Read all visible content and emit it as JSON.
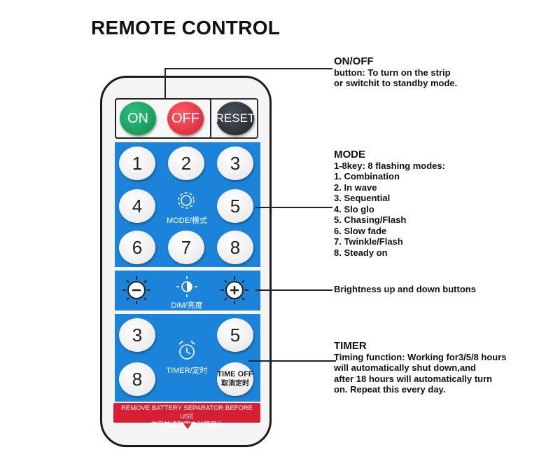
{
  "title": "REMOTE CONTROL",
  "buttons": {
    "on": "ON",
    "off": "OFF",
    "reset": "RESET"
  },
  "mode_keys": [
    "1",
    "2",
    "3",
    "4",
    "5",
    "6",
    "7",
    "8"
  ],
  "mode_label": "MODE/模式",
  "dim_label": "DIM/亮度",
  "timer_keys": {
    "t3": "3",
    "t5": "5",
    "t8": "8"
  },
  "timer_label": "TIMER/定时",
  "time_off": {
    "line1": "TIME OFF",
    "line2": "取消定时"
  },
  "warning": {
    "en": "REMOVE BATTERY SEPARATOR BEFORE USE",
    "cn": "使用前请取下电池隔离片"
  },
  "annotations": {
    "onoff": {
      "head": "ON/OFF",
      "lines": [
        "button: To turn on the strip",
        "or switchit to standby mode."
      ]
    },
    "mode": {
      "head": "MODE",
      "lines": [
        "1-8key: 8 flashing modes:",
        "1. Combination",
        "2. In wave",
        "3. Sequential",
        "4. Slo glo",
        "5. Chasing/Flash",
        "6. Slow fade",
        "7. Twinkle/Flash",
        "8. Steady on"
      ]
    },
    "brightness": {
      "text": "Brightness up and down buttons"
    },
    "timer": {
      "head": "TIMER",
      "lines": [
        "Timing function: Working for3/5/8 hours",
        "will automatically shut down,and",
        "after 18 hours will automatically turn",
        "on. Repeat this every day."
      ]
    }
  },
  "colors": {
    "panel": "#1b84da",
    "on": "#16985a",
    "off": "#e02a3b",
    "reset": "#2b2e35",
    "warning": "#d71f33"
  }
}
